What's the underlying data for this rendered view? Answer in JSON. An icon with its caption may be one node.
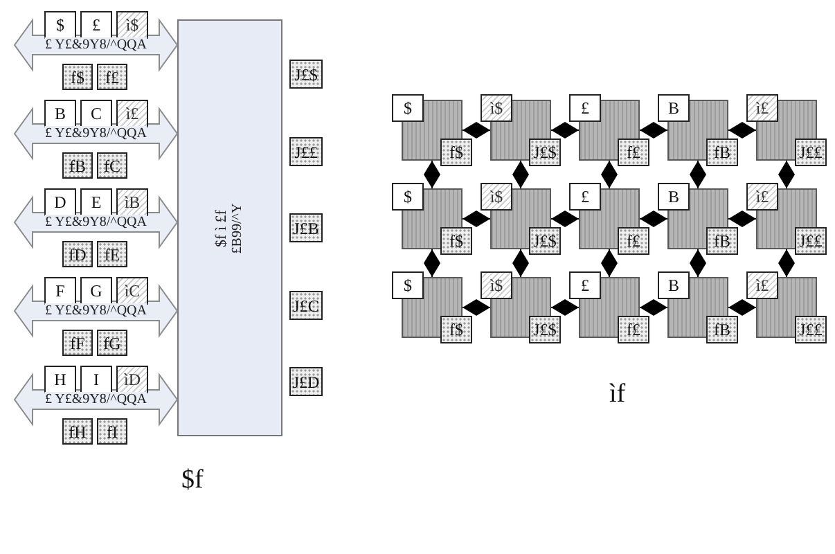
{
  "diagram": {
    "nodes": [
      {
        "text": [
          "$"
        ]
      },
      {
        "text": [
          "£"
        ]
      },
      {
        "text": [
          "ì$"
        ]
      },
      {
        "text": [
          "f$"
        ]
      },
      {
        "text": [
          "f£"
        ]
      },
      {
        "text": [
          "B"
        ]
      },
      {
        "text": [
          "C"
        ]
      },
      {
        "text": [
          "ì£"
        ]
      },
      {
        "text": [
          "fB"
        ]
      },
      {
        "text": [
          "fC"
        ]
      },
      {
        "text": [
          "D"
        ]
      },
      {
        "text": [
          "E"
        ]
      },
      {
        "text": [
          "ìB"
        ]
      },
      {
        "text": [
          "fD"
        ]
      },
      {
        "text": [
          "fE"
        ]
      },
      {
        "text": [
          "F"
        ]
      },
      {
        "text": [
          "G"
        ]
      },
      {
        "text": [
          "ìC"
        ]
      },
      {
        "text": [
          "fF"
        ]
      },
      {
        "text": [
          "fG"
        ]
      },
      {
        "text": [
          "H"
        ]
      },
      {
        "text": [
          "I"
        ]
      },
      {
        "text": [
          "ìD"
        ]
      },
      {
        "text": [
          "fH"
        ]
      },
      {
        "text": [
          "fI"
        ]
      },
      {
        "text": [
          "$f ì £f",
          "£B99/^Y"
        ]
      },
      {
        "text": [
          "J£$"
        ]
      },
      {
        "text": [
          "J££"
        ]
      },
      {
        "text": [
          "J£B"
        ]
      },
      {
        "text": [
          "J£C"
        ]
      },
      {
        "text": [
          "J£D"
        ]
      },
      {
        "text": [
          "$"
        ]
      },
      {
        "text": [],
        "shape": "box"
      },
      {
        "text": [
          "f$"
        ]
      },
      {
        "text": [
          "ì$"
        ]
      },
      {
        "text": [],
        "shape": "box"
      },
      {
        "text": [
          "J£$"
        ]
      },
      {
        "text": [
          "£"
        ]
      },
      {
        "text": [],
        "shape": "box"
      },
      {
        "text": [
          "f£"
        ]
      },
      {
        "text": [
          "B"
        ]
      },
      {
        "text": [],
        "shape": "box"
      },
      {
        "text": [
          "fB"
        ]
      },
      {
        "text": [
          "ì£"
        ]
      },
      {
        "text": [],
        "shape": "box"
      },
      {
        "text": [
          "J££"
        ]
      },
      {
        "text": [
          "$"
        ]
      },
      {
        "text": [],
        "shape": "box"
      },
      {
        "text": [
          "f$"
        ]
      },
      {
        "text": [
          "ì$"
        ]
      },
      {
        "text": [],
        "shape": "box"
      },
      {
        "text": [
          "J£$"
        ]
      },
      {
        "text": [
          "£"
        ]
      },
      {
        "text": [],
        "shape": "box"
      },
      {
        "text": [
          "f£"
        ]
      },
      {
        "text": [
          "B"
        ]
      },
      {
        "text": [],
        "shape": "box"
      },
      {
        "text": [
          "fB"
        ]
      },
      {
        "text": [
          "ì£"
        ]
      },
      {
        "text": [],
        "shape": "box"
      },
      {
        "text": [
          "J££"
        ]
      },
      {
        "text": [
          "$"
        ]
      },
      {
        "text": [],
        "shape": "box"
      },
      {
        "text": [
          "f$"
        ]
      },
      {
        "text": [
          "ì$"
        ]
      },
      {
        "text": [],
        "shape": "box"
      },
      {
        "text": [
          "J£$"
        ]
      },
      {
        "text": [
          "£"
        ]
      },
      {
        "text": [],
        "shape": "box"
      },
      {
        "text": [
          "f£"
        ]
      },
      {
        "text": [
          "B"
        ]
      },
      {
        "text": [],
        "shape": "box"
      },
      {
        "text": [
          "fB"
        ]
      },
      {
        "text": [
          "ì£"
        ]
      },
      {
        "text": [],
        "shape": "box"
      },
      {
        "text": [
          "J££"
        ]
      }
    ],
    "edges": [
      {
        "from": null,
        "to": 25,
        "arrow": "both",
        "label": "£ Y£&9Y8/^QQA"
      },
      {
        "from": null,
        "to": 25,
        "arrow": "both",
        "label": "£ Y£&9Y8/^QQA"
      },
      {
        "from": null,
        "to": 25,
        "arrow": "both",
        "label": "£ Y£&9Y8/^QQA"
      },
      {
        "from": null,
        "to": 25,
        "arrow": "both",
        "label": "£ Y£&9Y8/^QQA"
      },
      {
        "from": null,
        "to": 25,
        "arrow": "both",
        "label": "£ Y£&9Y8/^QQA"
      },
      {
        "from": 32,
        "to": 35,
        "arrow": "both"
      },
      {
        "from": 35,
        "to": 38,
        "arrow": "both"
      },
      {
        "from": 38,
        "to": 41,
        "arrow": "both"
      },
      {
        "from": 41,
        "to": 44,
        "arrow": "both"
      },
      {
        "from": 32,
        "to": 47,
        "arrow": "both"
      },
      {
        "from": 35,
        "to": 50,
        "arrow": "both"
      },
      {
        "from": 38,
        "to": 53,
        "arrow": "both"
      },
      {
        "from": 41,
        "to": 56,
        "arrow": "both"
      },
      {
        "from": 44,
        "to": 59,
        "arrow": "both"
      },
      {
        "from": 47,
        "to": 50,
        "arrow": "both"
      },
      {
        "from": 50,
        "to": 53,
        "arrow": "both"
      },
      {
        "from": 53,
        "to": 56,
        "arrow": "both"
      },
      {
        "from": 56,
        "to": 59,
        "arrow": "both"
      },
      {
        "from": 47,
        "to": 62,
        "arrow": "both"
      },
      {
        "from": 50,
        "to": 65,
        "arrow": "both"
      },
      {
        "from": 53,
        "to": 68,
        "arrow": "both"
      },
      {
        "from": 56,
        "to": 71,
        "arrow": "both"
      },
      {
        "from": 59,
        "to": 74,
        "arrow": "both"
      },
      {
        "from": 62,
        "to": 65,
        "arrow": "both"
      },
      {
        "from": 65,
        "to": 68,
        "arrow": "both"
      },
      {
        "from": 68,
        "to": 71,
        "arrow": "both"
      },
      {
        "from": 71,
        "to": 74,
        "arrow": "both"
      }
    ],
    "labels": [
      "$f",
      "ìf"
    ]
  }
}
